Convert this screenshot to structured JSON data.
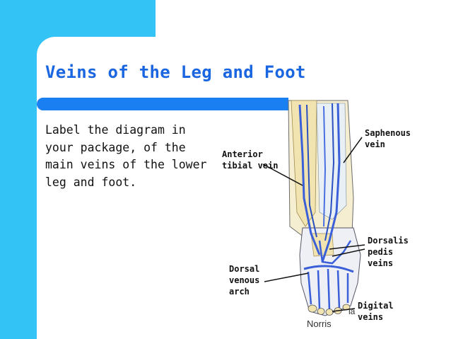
{
  "slide": {
    "title": "Veins of the Leg and Foot",
    "body": "Label the diagram in your package, of the main veins of the lower leg and foot."
  },
  "diagram": {
    "labels": {
      "saphenous": [
        "Saphenous",
        "vein"
      ],
      "anterior_tibial": [
        "Anterior",
        "tibial vein"
      ],
      "dorsalis_pedis": [
        "Dorsalis",
        "pedis",
        "veins"
      ],
      "dorsal_arch": [
        "Dorsal",
        "venous",
        "arch"
      ],
      "digital": [
        "Digital",
        "veins"
      ]
    },
    "signature": "Norris",
    "mark": "la"
  },
  "colors": {
    "accent_blue": "#1a66e0",
    "sky_blue": "#33c3f5",
    "vein_blue": "#3a5fd8",
    "bone": "#f2e4b0"
  }
}
